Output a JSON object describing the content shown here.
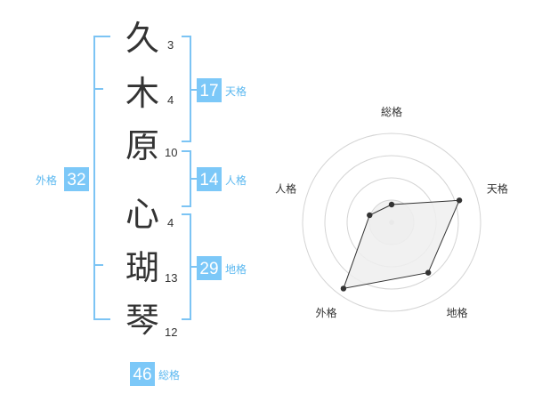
{
  "name": {
    "characters": [
      {
        "char": "久",
        "strokes": "3"
      },
      {
        "char": "木",
        "strokes": "4"
      },
      {
        "char": "原",
        "strokes": "10"
      },
      {
        "char": "心",
        "strokes": "4"
      },
      {
        "char": "瑚",
        "strokes": "13"
      },
      {
        "char": "琴",
        "strokes": "12"
      }
    ]
  },
  "kakusu": {
    "tenkaku": {
      "value": "17",
      "label": "天格"
    },
    "jinkaku": {
      "value": "14",
      "label": "人格"
    },
    "chikaku": {
      "value": "29",
      "label": "地格"
    },
    "gaikaku": {
      "value": "32",
      "label": "外格"
    },
    "soukaku": {
      "value": "46",
      "label": "総格"
    }
  },
  "colors": {
    "accent": "#7cc4f4",
    "badge_bg": "#7cc8f8",
    "label_text": "#5bb8f0",
    "radar_fill": "#eeeeee",
    "radar_stroke": "#333333"
  },
  "chart_data": {
    "type": "radar",
    "axes": [
      "総格",
      "天格",
      "地格",
      "外格",
      "人格"
    ],
    "max": 5,
    "rings": 4,
    "series": [
      {
        "values": [
          1.0,
          4.0,
          3.5,
          4.6,
          1.3
        ]
      }
    ]
  }
}
